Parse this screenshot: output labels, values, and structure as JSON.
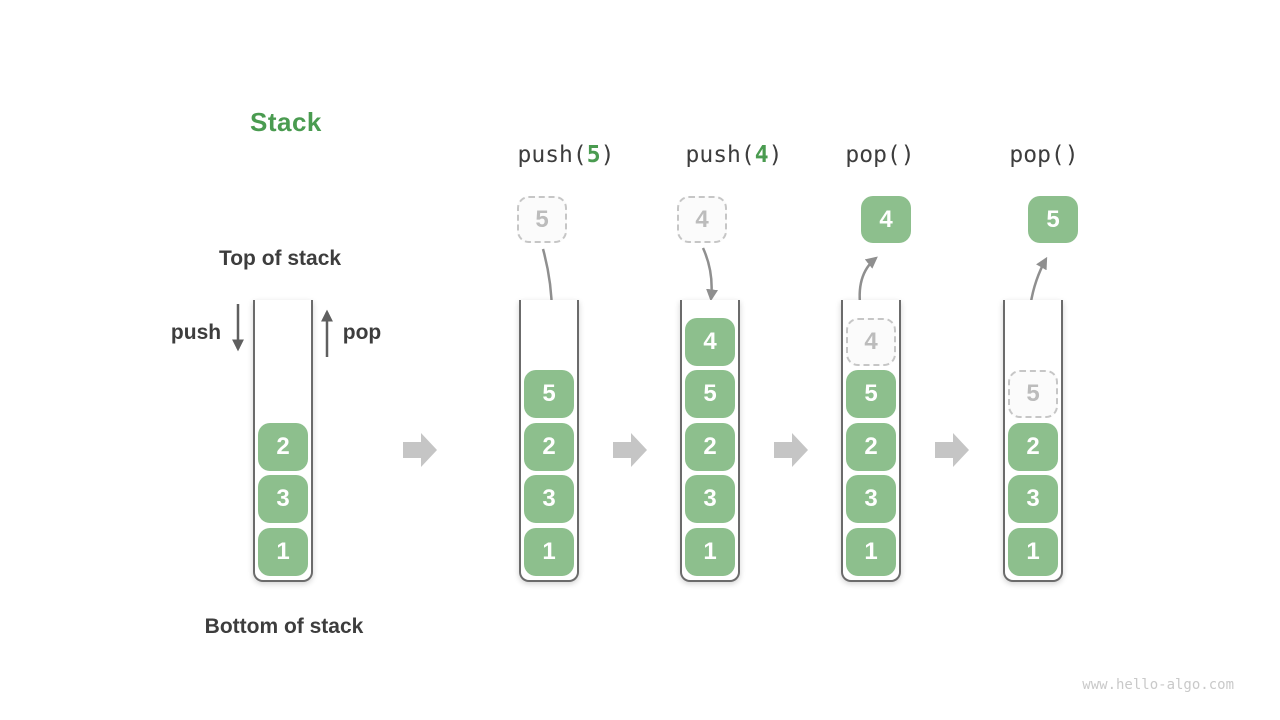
{
  "title": "Stack",
  "side_labels": {
    "top_of_stack": "Top of stack",
    "bottom_of_stack": "Bottom of stack",
    "push": "push",
    "pop": "pop"
  },
  "watermark": "www.hello-algo.com",
  "colors": {
    "title_green": "#4a9b50",
    "box_green": "#8dbf8d",
    "operand_green": "#4a9b50",
    "dashed_border_gray": "#c6c6c6",
    "flow_arrow_gray": "#8f8f8f",
    "block_arrow_gray": "#c5c5c5",
    "text_dark": "#3d3d3d",
    "wall_gray": "#6b6b6b"
  },
  "initial_stack": {
    "cells": [
      "2",
      "3",
      "1"
    ]
  },
  "operations": [
    {
      "label_parts": [
        "push(",
        "5",
        ")"
      ],
      "floating_box": {
        "value": "5",
        "kind": "dashed"
      },
      "stack_cells": [
        {
          "value": "5",
          "kind": "solid"
        },
        {
          "value": "2",
          "kind": "solid"
        },
        {
          "value": "3",
          "kind": "solid"
        },
        {
          "value": "1",
          "kind": "solid"
        }
      ]
    },
    {
      "label_parts": [
        "push(",
        "4",
        ")"
      ],
      "floating_box": {
        "value": "4",
        "kind": "dashed"
      },
      "stack_cells": [
        {
          "value": "4",
          "kind": "solid"
        },
        {
          "value": "5",
          "kind": "solid"
        },
        {
          "value": "2",
          "kind": "solid"
        },
        {
          "value": "3",
          "kind": "solid"
        },
        {
          "value": "1",
          "kind": "solid"
        }
      ]
    },
    {
      "label_parts": [
        "pop(",
        "",
        ")"
      ],
      "floating_box": {
        "value": "4",
        "kind": "solid"
      },
      "stack_cells": [
        {
          "value": "4",
          "kind": "dashed"
        },
        {
          "value": "5",
          "kind": "solid"
        },
        {
          "value": "2",
          "kind": "solid"
        },
        {
          "value": "3",
          "kind": "solid"
        },
        {
          "value": "1",
          "kind": "solid"
        }
      ]
    },
    {
      "label_parts": [
        "pop(",
        "",
        ")"
      ],
      "floating_box": {
        "value": "5",
        "kind": "solid"
      },
      "stack_cells": [
        {
          "value": "5",
          "kind": "dashed"
        },
        {
          "value": "2",
          "kind": "solid"
        },
        {
          "value": "3",
          "kind": "solid"
        },
        {
          "value": "1",
          "kind": "solid"
        }
      ]
    }
  ]
}
